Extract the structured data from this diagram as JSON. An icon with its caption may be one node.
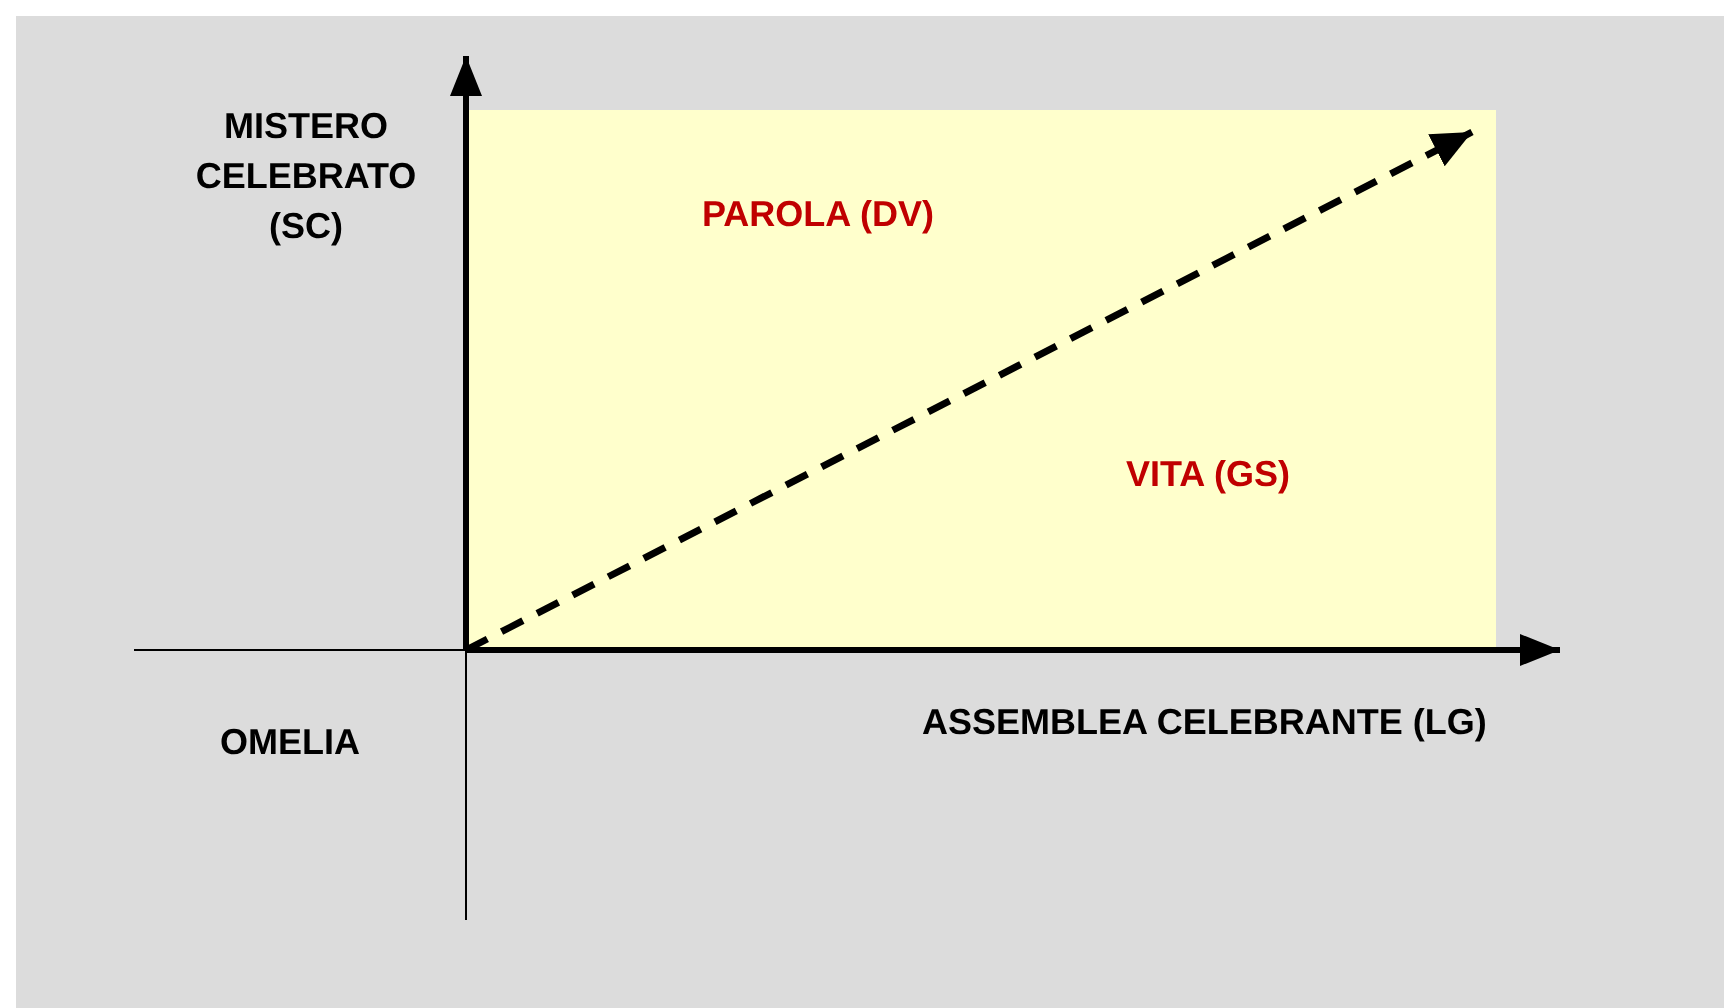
{
  "diagram": {
    "nodes": [
      {
        "text": [
          "PAROLA (DV)",
          "VITA (GS)"
        ]
      }
    ],
    "edges": [],
    "labels": [
      "MISTERO CELEBRATO (SC)",
      "ASSEMBLEA CELEBRANTE (LG)",
      "OMELIA"
    ]
  }
}
